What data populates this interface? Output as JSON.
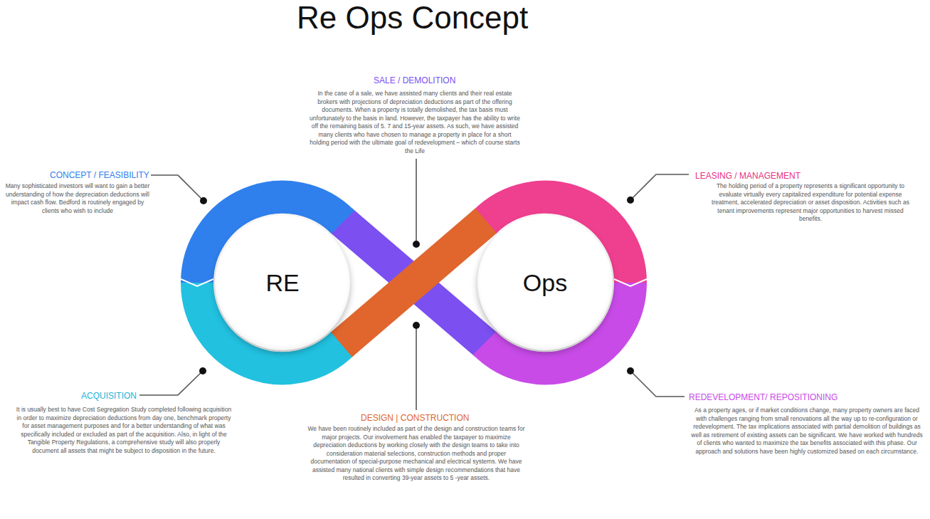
{
  "diagram": {
    "title": "Re Ops Concept",
    "nodes": [
      {
        "text": [
          "RE"
        ]
      },
      {
        "text": [
          "Ops"
        ]
      }
    ],
    "labels": [
      "SALE / DEMOLITION",
      "In the case of a sale, we have assisted many clients and their real estate brokers with projections of depreciation deductions as part of the offering documents. When a property is totally demolished, the tax basis must unfortunately to the basis in land. However, the taxpayer has the ability to write off the remaining basis of 5. 7 and 15-year assets. As such, we have assisted many clients who have chosen to manage a property in place for a short holding period with the ultimate goal of redevelopment – which of course starts the Life",
      "CONCEPT / FEASIBILITY",
      "Many sophisticated investors will want to gain a better understanding of how the depreciation deductions will impact cash flow. Bedford is routinely engaged by clients who wish to include",
      "LEASING / MANAGEMENT",
      "The holding period of a property represents a significant opportunity to evaluate virtually every capitalized expenditure for potential expense treatment, accelerated depreciation or asset disposition. Activities such as tenant improvements represent major opportunities to harvest missed benefits.",
      "ACQUISITION",
      "It is usually best to have Cost Segregation Study completed following acquisition in order to maximize depreciation deductions from day one, benchmark property for asset management purposes and for a better understanding of what was specifically included or excluded as part of the acquisition. Also, in light of the Tangible Property Regulations, a comprehensive study will also properly document all assets that might be subject to disposition in the future.",
      "DESIGN | CONSTRUCTION",
      "We have been routinely included as part of the design and construction teams for major projects. Our involvement has enabled the taxpayer to maximize depreciation deductions by working closely with the design teams to take into consideration material selections, construction methods and proper documentation of special-purpose mechanical and electrical systems. We have assisted many national clients with simple design recommendations that have resulted in converting 39-year assets to 5 -year assets.",
      "REDEVELOPMENT/ REPOSITIONING",
      "As a property ages, or if market conditions change, many property owners are faced with challenges ranging from small renovations all the way up to re-configuration or redevelopment. The tax implications associated with partial demolition of buildings as well as retirement of existing assets can be significant. We have worked with hundreds of clients who wanted to maximize the tax benefits associated with this phase. Our approach and solutions have been highly customized based on each circumstance."
    ]
  }
}
